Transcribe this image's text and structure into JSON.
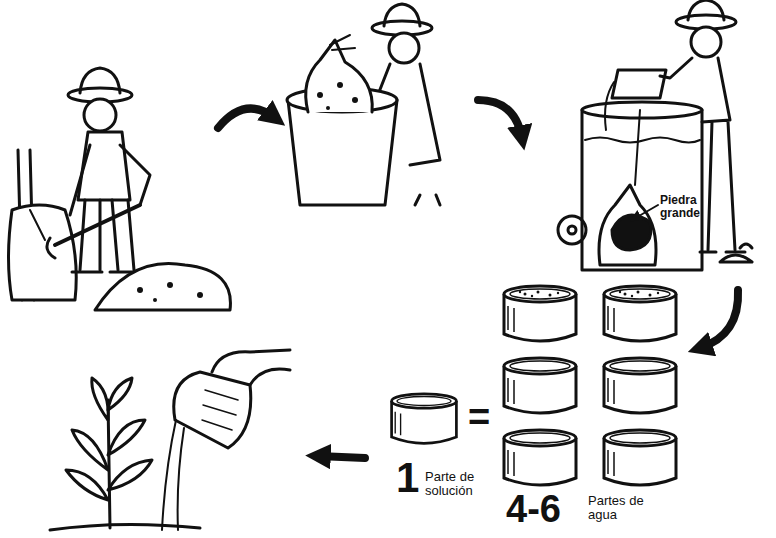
{
  "diagram": {
    "labels": [
      "Piedra grande",
      "1",
      "Parte de solución",
      "=",
      "4-6",
      "Partes de agua"
    ]
  }
}
